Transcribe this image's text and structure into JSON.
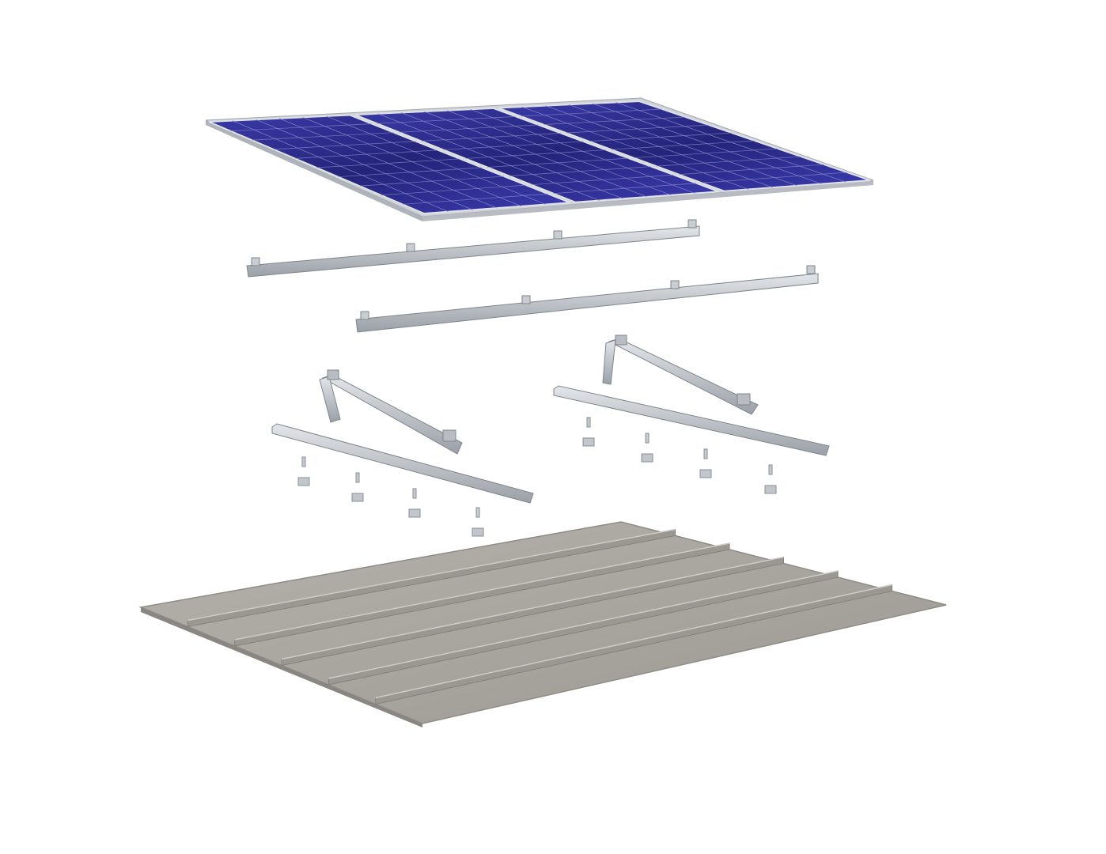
{
  "scene": {
    "kind": "exploded-view",
    "layers": [
      "solar-panel-array",
      "mounting-rails",
      "tilt-triangle-brackets",
      "seam-clamps",
      "standing-seam-metal-roof"
    ],
    "panel_count": 3,
    "rail_count": 2,
    "triangle_bracket_count": 2,
    "seam_clamp_count": 8,
    "roof_seam_count": 5
  },
  "colors": {
    "background": "#ffffff",
    "panel_cell": "#2f2f8f",
    "panel_cell_light": "#4a4ab8",
    "panel_frame": "#c8ccd2",
    "aluminum": "#c2c6cc",
    "aluminum_dark": "#8a8f96",
    "roof": "#a9a6a0",
    "roof_shade": "#8f8c87",
    "roof_seam": "#9b9893"
  }
}
